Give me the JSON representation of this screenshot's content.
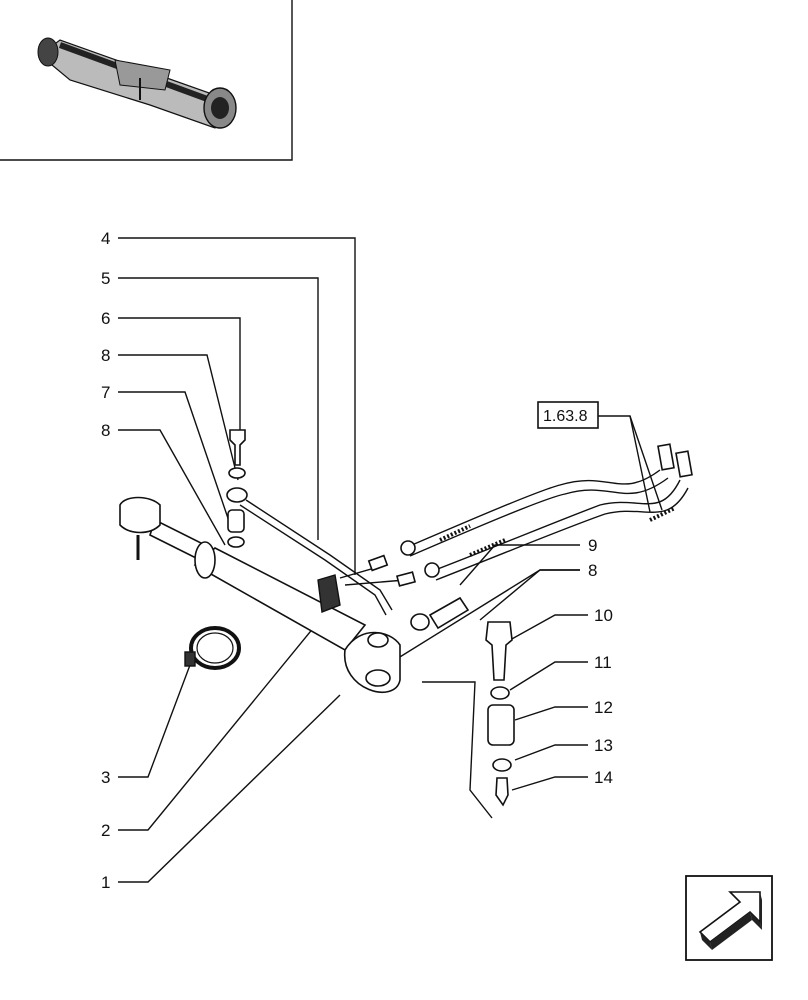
{
  "callouts": [
    {
      "id": "c1",
      "label": "1"
    },
    {
      "id": "c2",
      "label": "2"
    },
    {
      "id": "c3",
      "label": "3"
    },
    {
      "id": "c4",
      "label": "4"
    },
    {
      "id": "c5",
      "label": "5"
    },
    {
      "id": "c6",
      "label": "6"
    },
    {
      "id": "c7",
      "label": "7"
    },
    {
      "id": "c8a",
      "label": "8"
    },
    {
      "id": "c8b",
      "label": "8"
    },
    {
      "id": "c8c",
      "label": "8"
    },
    {
      "id": "c9",
      "label": "9"
    },
    {
      "id": "c10",
      "label": "10"
    },
    {
      "id": "c11",
      "label": "11"
    },
    {
      "id": "c12",
      "label": "12"
    },
    {
      "id": "c13",
      "label": "13"
    },
    {
      "id": "c14",
      "label": "14"
    }
  ],
  "reference": {
    "label": "1.63.8"
  },
  "icons": {
    "navigation": "next-page-arrow-icon",
    "thumbnail": "axle-thumbnail-icon"
  }
}
